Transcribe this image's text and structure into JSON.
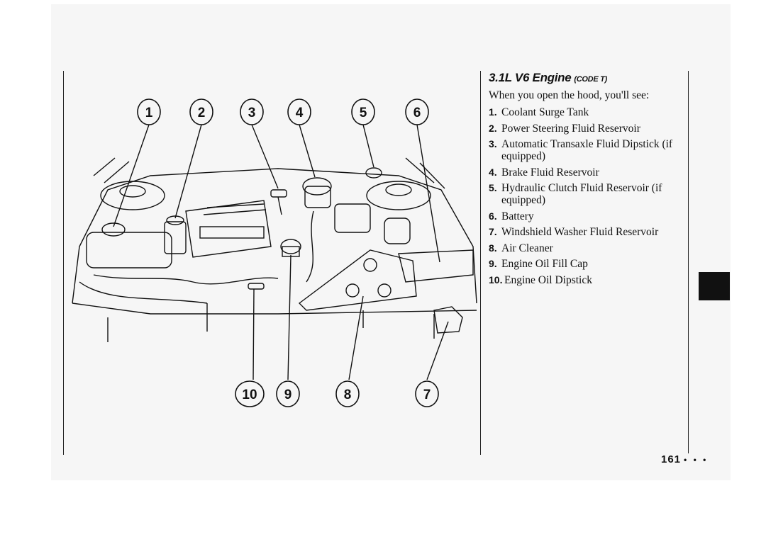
{
  "heading": {
    "title": "3.1L V6 Engine",
    "code": "(CODE T)"
  },
  "intro": "When you open the hood, you'll see:",
  "items": [
    {
      "num": "1.",
      "label": "Coolant Surge Tank"
    },
    {
      "num": "2.",
      "label": "Power Steering Fluid Reservoir"
    },
    {
      "num": "3.",
      "label": "Automatic Transaxle Fluid Dipstick (if equipped)"
    },
    {
      "num": "4.",
      "label": "Brake Fluid Reservoir"
    },
    {
      "num": "5.",
      "label": "Hydraulic Clutch Fluid Reservoir (if equipped)"
    },
    {
      "num": "6.",
      "label": "Battery"
    },
    {
      "num": "7.",
      "label": "Windshield Washer Fluid Reservoir"
    },
    {
      "num": "8.",
      "label": "Air Cleaner"
    },
    {
      "num": "9.",
      "label": "Engine Oil Fill Cap"
    },
    {
      "num": "10.",
      "label": "Engine Oil Dipstick"
    }
  ],
  "callouts": {
    "c1": "1",
    "c2": "2",
    "c3": "3",
    "c4": "4",
    "c5": "5",
    "c6": "6",
    "c7": "7",
    "c8": "8",
    "c9": "9",
    "c10": "10"
  },
  "page_number": "161",
  "page_dots": "• • •"
}
